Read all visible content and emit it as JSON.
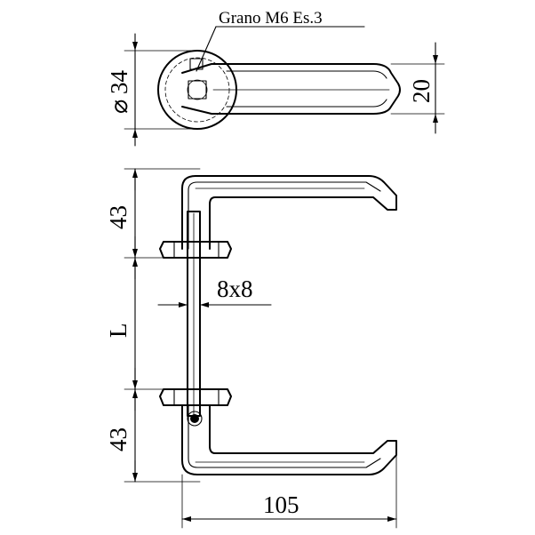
{
  "note": {
    "grub_screw": "Grano M6 Es.3"
  },
  "dimensions": {
    "rosette_diameter": "34",
    "lever_thickness": "20",
    "lever_offset_top": "43",
    "lever_offset_bottom": "43",
    "door_thickness": "L",
    "spindle": "8x8",
    "lever_length": "105"
  },
  "symbols": {
    "diameter": "⌀"
  }
}
